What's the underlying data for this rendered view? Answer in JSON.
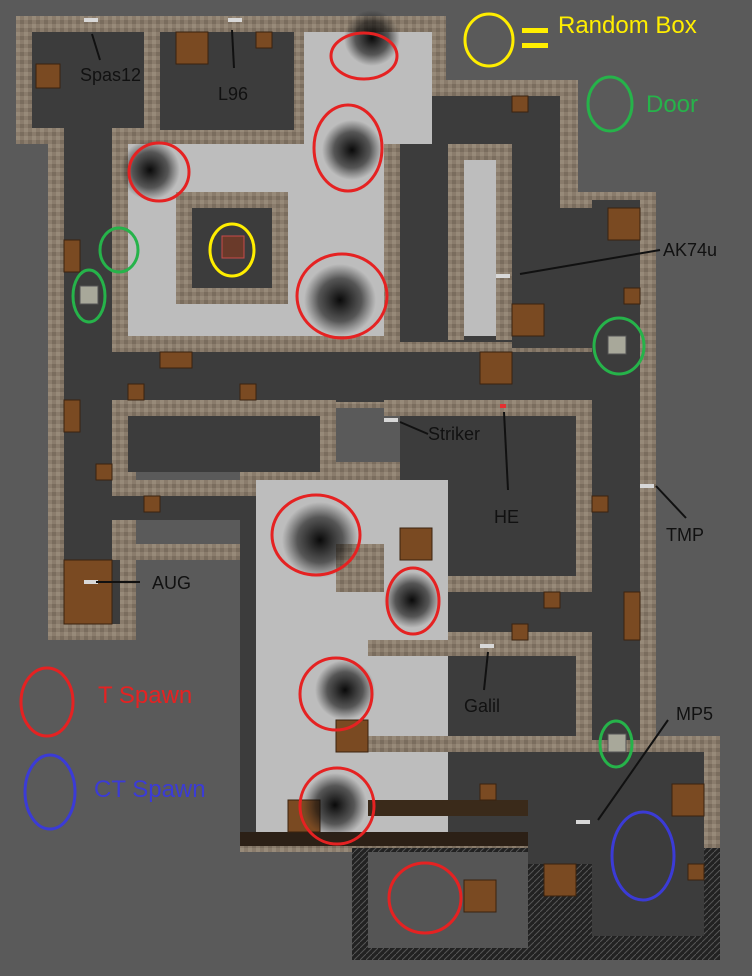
{
  "legend": {
    "random_box": "Random Box",
    "door": "Door",
    "t_spawn": "T Spawn",
    "ct_spawn": "CT Spawn"
  },
  "weapons": {
    "spas12": "Spas12",
    "l96": "L96",
    "ak74u": "AK74u",
    "striker": "Striker",
    "he": "HE",
    "tmp": "TMP",
    "aug": "AUG",
    "galil": "Galil",
    "mp5": "MP5"
  },
  "colors": {
    "background": "#5a5a5a",
    "wall": "#8a7c6c",
    "dark_floor": "#3c3c3c",
    "light_floor": "#bdbdbd",
    "t_spawn": "#e52222",
    "ct_spawn": "#3b3bd6",
    "door": "#26b34a",
    "random_box": "#ffee00"
  }
}
